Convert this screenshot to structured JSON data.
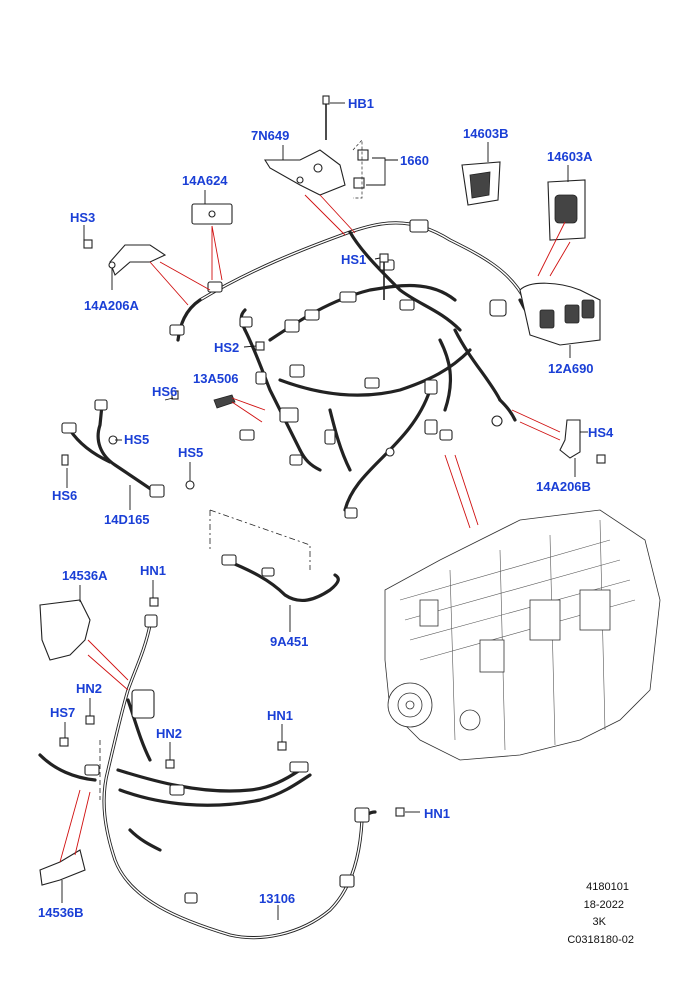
{
  "diagram": {
    "labels": {
      "hb1": "HB1",
      "p7n649": "7N649",
      "p1660": "1660",
      "p14603b": "14603B",
      "p14603a": "14603A",
      "p14a624": "14A624",
      "hs3": "HS3",
      "hs1": "HS1",
      "p14a206a": "14A206A",
      "hs2": "HS2",
      "p12a690": "12A690",
      "p13a506": "13A506",
      "hs6_top": "HS6",
      "hs5_left": "HS5",
      "hs5_right": "HS5",
      "hs6_bottom": "HS6",
      "p14d165": "14D165",
      "hs4": "HS4",
      "p14a206b": "14A206B",
      "p14536a": "14536A",
      "hn1_top": "HN1",
      "p9a451": "9A451",
      "hn2_left": "HN2",
      "hs7": "HS7",
      "hn2_mid": "HN2",
      "hn1_mid": "HN1",
      "hn1_right": "HN1",
      "p14536b": "14536B",
      "p13106": "13106"
    },
    "reference": {
      "line1": "4180101",
      "line2": "18-2022",
      "line3": "3K",
      "line4": "C0318180-02"
    },
    "colors": {
      "callout": "#1a3fd6",
      "leader_red": "#d01010",
      "line": "#222222"
    }
  }
}
